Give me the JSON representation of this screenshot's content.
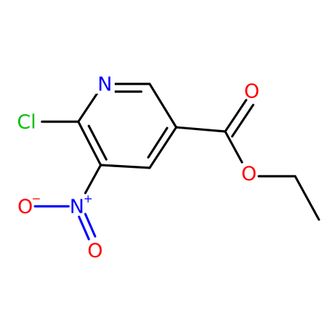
{
  "colors": {
    "bond": "#000000",
    "nitrogen": "#0000ff",
    "oxygen": "#ff0000",
    "chlorine": "#00c000"
  },
  "atoms": {
    "ring_nitrogen": {
      "symbol": "N",
      "charge": ""
    },
    "chlorine": {
      "symbol": "Cl",
      "charge": ""
    },
    "nitro_nitrogen": {
      "symbol": "N",
      "charge": "+"
    },
    "nitro_oxygen_anion": {
      "symbol": "O",
      "charge": "−"
    },
    "nitro_oxygen_double": {
      "symbol": "O",
      "charge": ""
    },
    "carbonyl_oxygen": {
      "symbol": "O",
      "charge": ""
    },
    "ester_oxygen": {
      "symbol": "O",
      "charge": ""
    }
  }
}
